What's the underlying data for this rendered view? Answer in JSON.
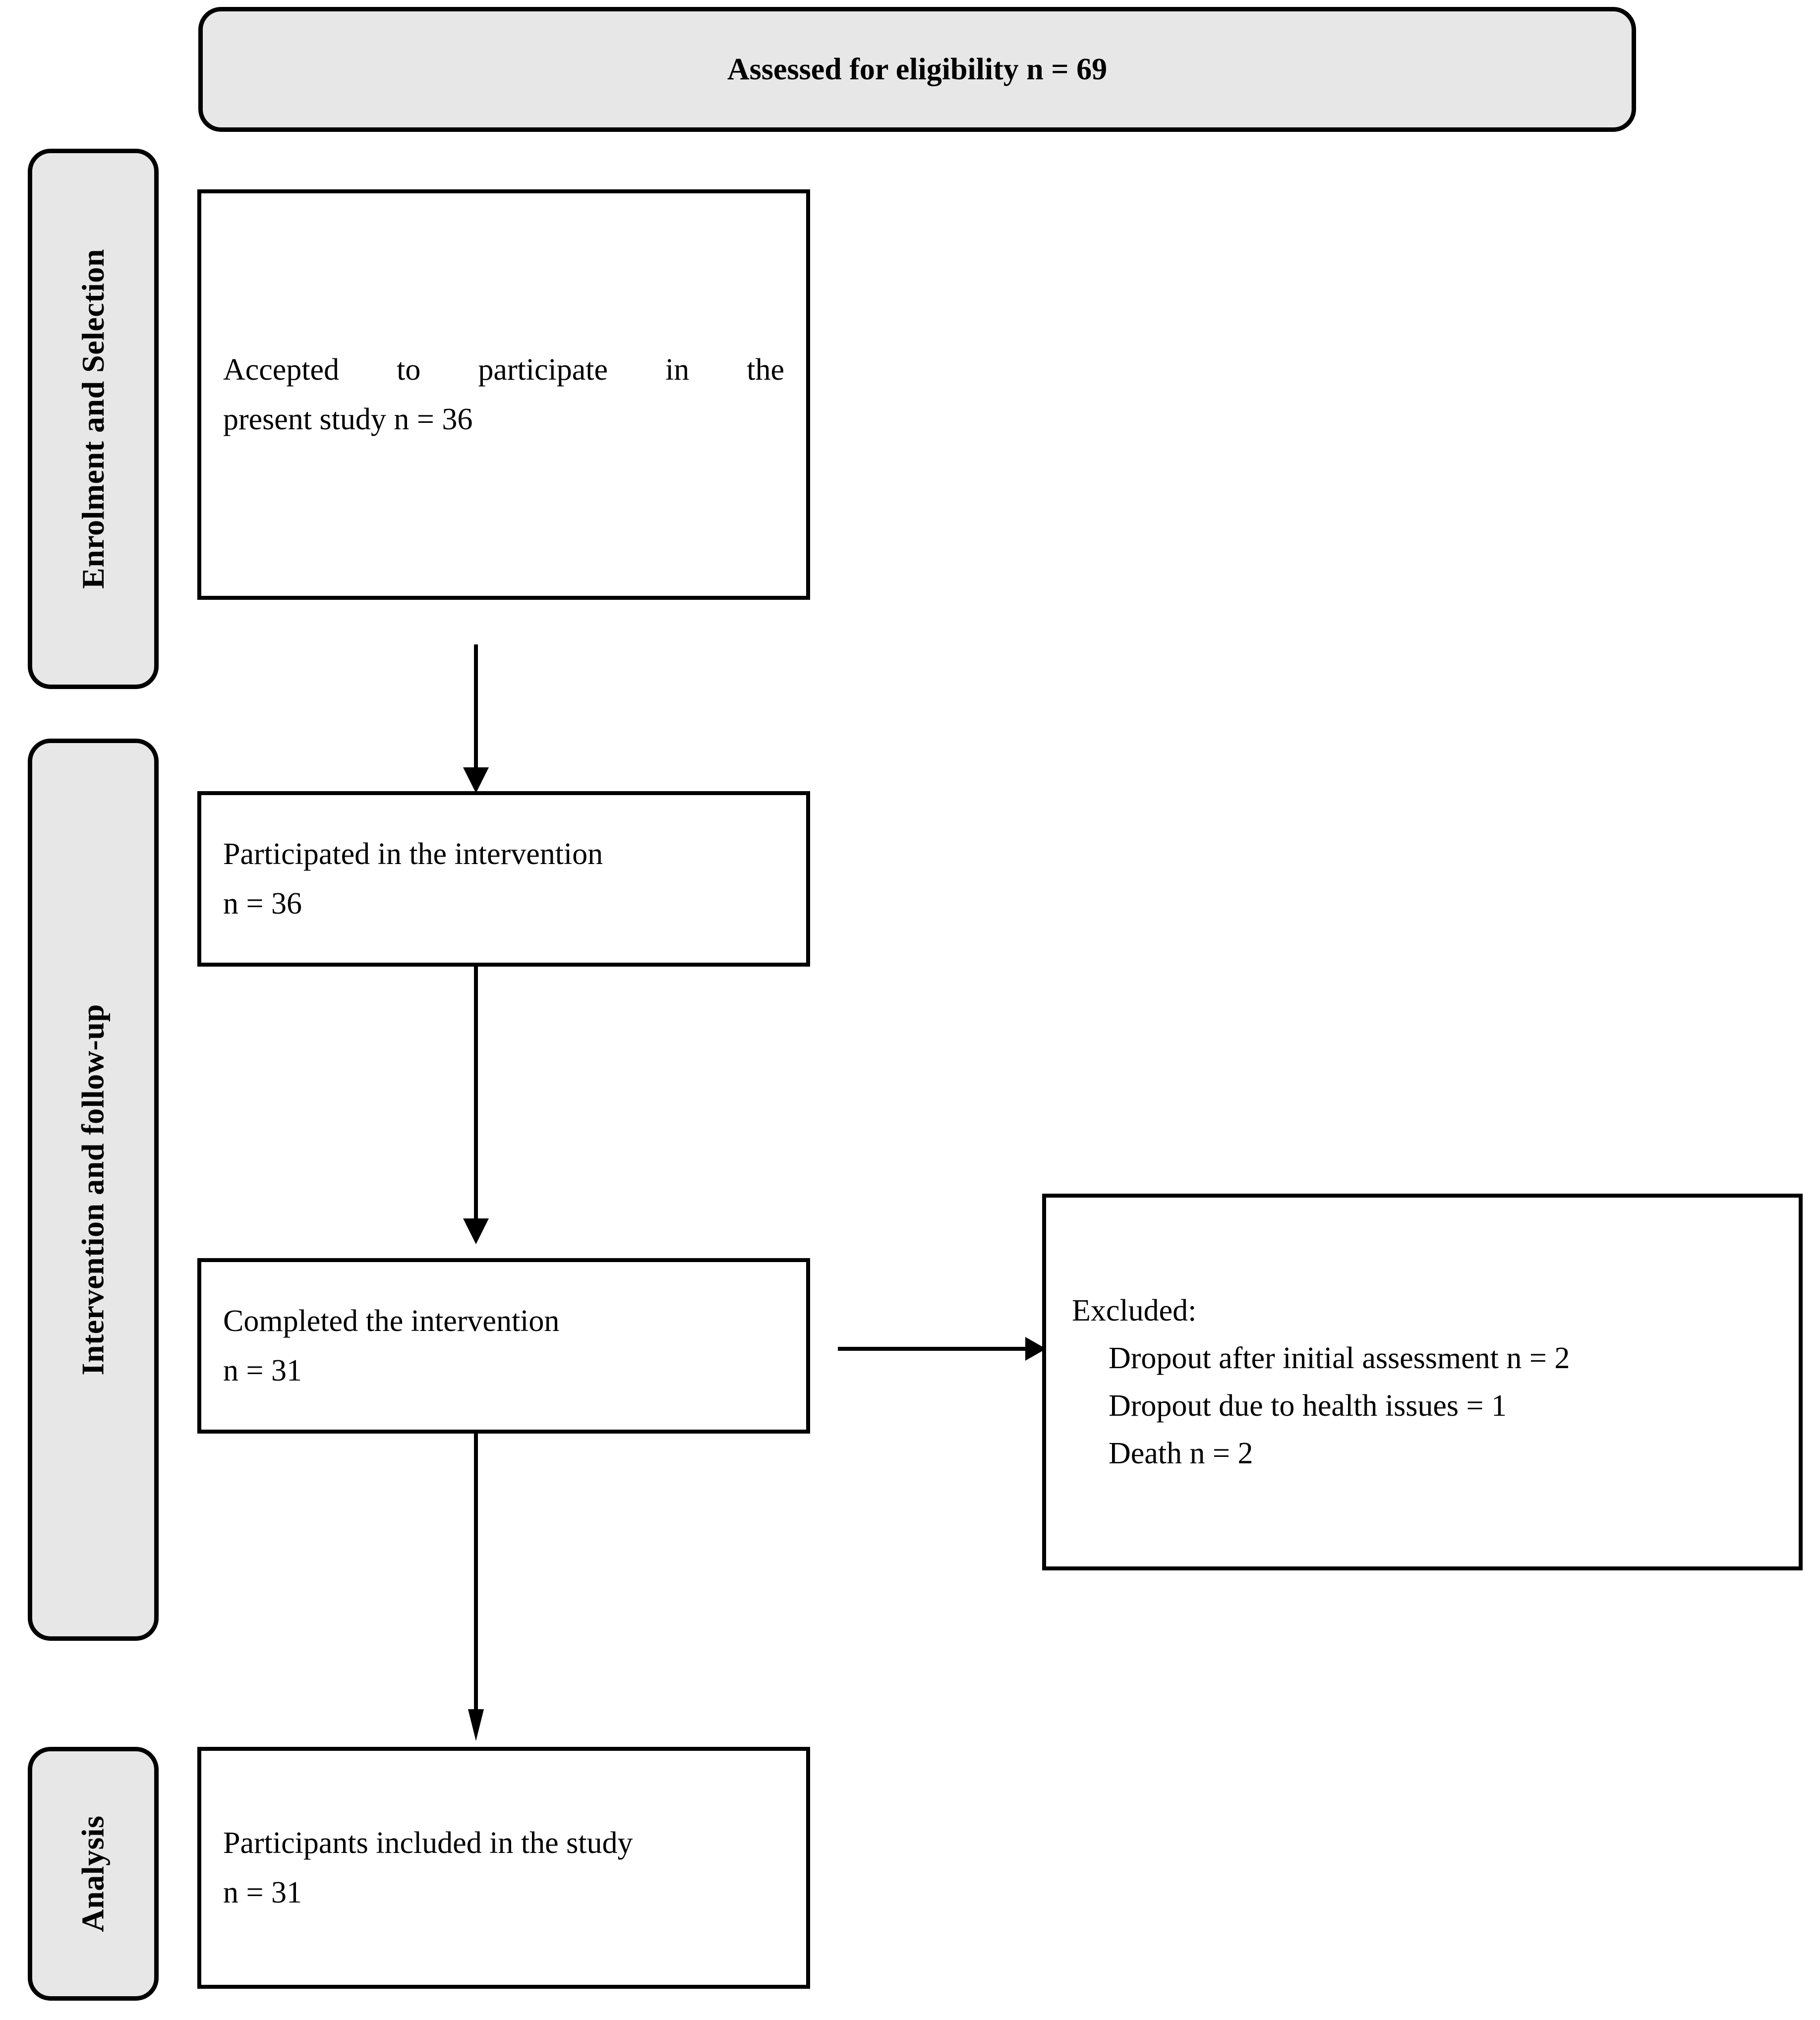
{
  "diagram": {
    "type": "participant-flow-diagram",
    "banner": {
      "text": "Assessed for eligibility n = 69"
    },
    "stages": [
      {
        "id": "enrolment",
        "label": "Enrolment and Selection"
      },
      {
        "id": "intervention",
        "label": "Intervention and follow-up"
      },
      {
        "id": "analysis",
        "label": "Analysis"
      }
    ],
    "nodes": [
      {
        "id": "accepted",
        "line1": "Accepted to participate in the",
        "line2": "present study n = 36"
      },
      {
        "id": "participated",
        "line1": "Participated in the intervention",
        "line2": "n = 36"
      },
      {
        "id": "completed",
        "line1": "Completed the intervention",
        "line2": "n = 31"
      },
      {
        "id": "included",
        "line1": "Participants included in the study",
        "line2": "n = 31"
      }
    ],
    "excluded": {
      "heading": "Excluded:",
      "items": [
        "Dropout after initial assessment n = 2",
        "Dropout due to health issues = 1",
        "Death n = 2"
      ]
    },
    "colors": {
      "stage_fill": "#e7e7e7",
      "banner_fill": "#e7e7e7",
      "stroke": "#000000",
      "box_fill": "#ffffff"
    }
  }
}
